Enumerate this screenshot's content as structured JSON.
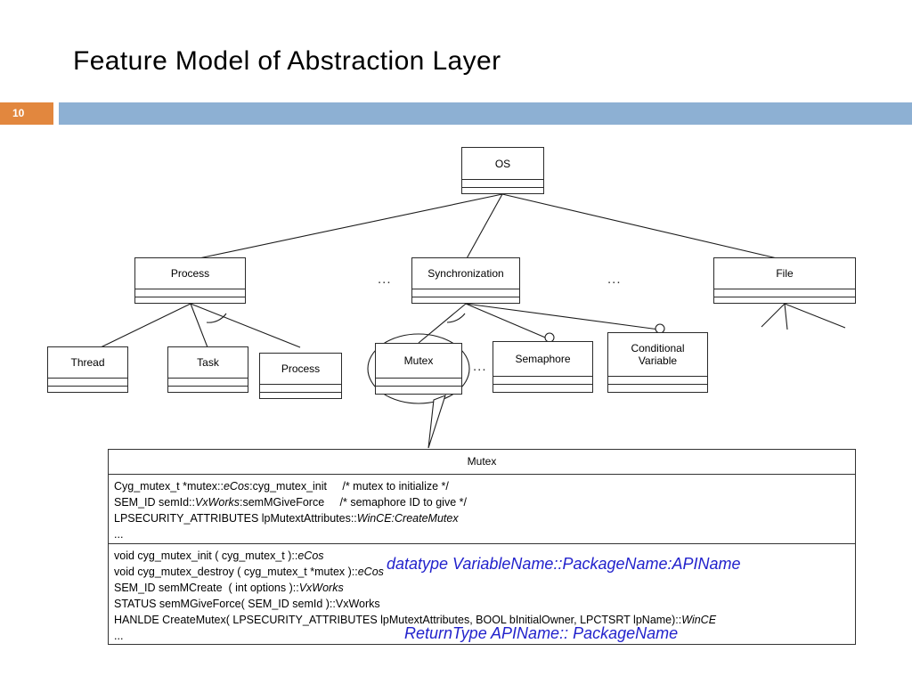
{
  "slide": {
    "title": "Feature Model of Abstraction Layer",
    "page_number": "10",
    "badge_color": "#E2873E",
    "band_color": "#8DB0D3"
  },
  "diagram": {
    "type": "feature-model-tree",
    "root": {
      "label": "OS"
    },
    "level2": [
      {
        "label": "Process"
      },
      {
        "label": "Synchronization"
      },
      {
        "label": "File"
      }
    ],
    "level3_process": [
      {
        "label": "Thread"
      },
      {
        "label": "Task"
      },
      {
        "label": "Process"
      }
    ],
    "level3_sync": [
      {
        "label": "Mutex",
        "highlighted": true
      },
      {
        "label": "Semaphore",
        "optional": true
      },
      {
        "label": "Conditional Variable",
        "optional": true
      }
    ],
    "ellipsis_markers": [
      "...",
      "...",
      "...",
      "..."
    ]
  },
  "detail": {
    "header": "Mutex",
    "fields": [
      {
        "text": "Cyg_mutex_t *mutex::",
        "em": "eCos",
        "tail": ":cyg_mutex_init",
        "comment": "/* mutex to initialize */"
      },
      {
        "text": "SEM_ID semId::",
        "em": "VxWorks",
        "tail": ":semMGiveForce",
        "comment": "/* semaphore ID to give */"
      },
      {
        "text": "LPSECURITY_ATTRIBUTES lpMutextAttributes::",
        "em": "WinCE:CreateMutex",
        "tail": "",
        "comment": ""
      },
      {
        "text": "...",
        "em": "",
        "tail": "",
        "comment": ""
      }
    ],
    "fields_legend": "datatype VariableName::PackageName:APIName",
    "apis": [
      {
        "text": "void cyg_mutex_init ( cyg_mutex_t )::",
        "em": "eCos",
        "tail": ""
      },
      {
        "text": "void cyg_mutex_destroy ( cyg_mutex_t *mutex )::",
        "em": "eCos",
        "tail": ""
      },
      {
        "text": "SEM_ID semMCreate  ( int options )::",
        "em": "VxWorks",
        "tail": ""
      },
      {
        "text": "STATUS semMGiveForce( SEM_ID semId )::VxWorks",
        "em": "",
        "tail": ""
      },
      {
        "text": "HANLDE CreateMutex( LPSECURITY_ATTRIBUTES lpMutextAttributes, BOOL bInitialOwner, LPCTSRT lpName)::",
        "em": "WinCE",
        "tail": ""
      },
      {
        "text": "...",
        "em": "",
        "tail": ""
      }
    ],
    "apis_legend": "ReturnType APIName:: PackageName",
    "legend_color": "#2222CC"
  }
}
